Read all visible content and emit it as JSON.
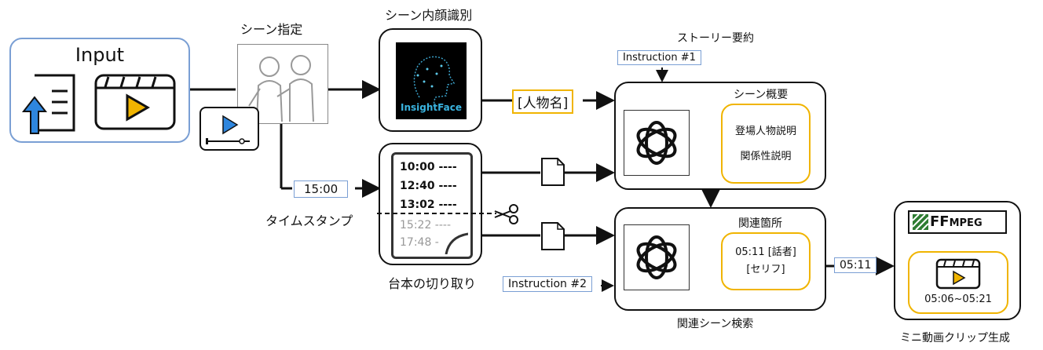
{
  "input": {
    "label": "Input"
  },
  "scene_spec": {
    "label": "シーン指定"
  },
  "face": {
    "title": "シーン内顔識別",
    "logo_text": "InsightFace"
  },
  "person_tag": "[人物名]",
  "story": {
    "title": "ストーリー要約",
    "instruction": "Instruction #1",
    "box_title": "シーン概要",
    "line1": "登場人物説明",
    "line2": "関係性説明"
  },
  "timestamp": {
    "value": "15:00",
    "label": "タイムスタンプ"
  },
  "script": {
    "bold_lines": [
      "10:00 ----",
      "12:40 ----",
      "13:02 ----"
    ],
    "faded_lines": [
      "15:22 ----",
      "17:48 -"
    ],
    "caption": "台本の切り取り"
  },
  "related": {
    "title": "関連シーン検索",
    "instruction": "Instruction #2",
    "box_title": "関連箇所",
    "line1": "05:11 [話者]",
    "line2": "[セリフ]"
  },
  "output_tag": "05:11",
  "mini": {
    "ffmpeg": "FFMPEG",
    "ffmpeg_big": "FF",
    "ffmpeg_small": "MPEG",
    "range": "05:06~05:21",
    "title": "ミニ動画クリップ生成"
  },
  "colors": {
    "blue": "#2e86de",
    "blue_border": "#7a9fd4",
    "yellow": "#f0b400",
    "dark": "#111111"
  }
}
